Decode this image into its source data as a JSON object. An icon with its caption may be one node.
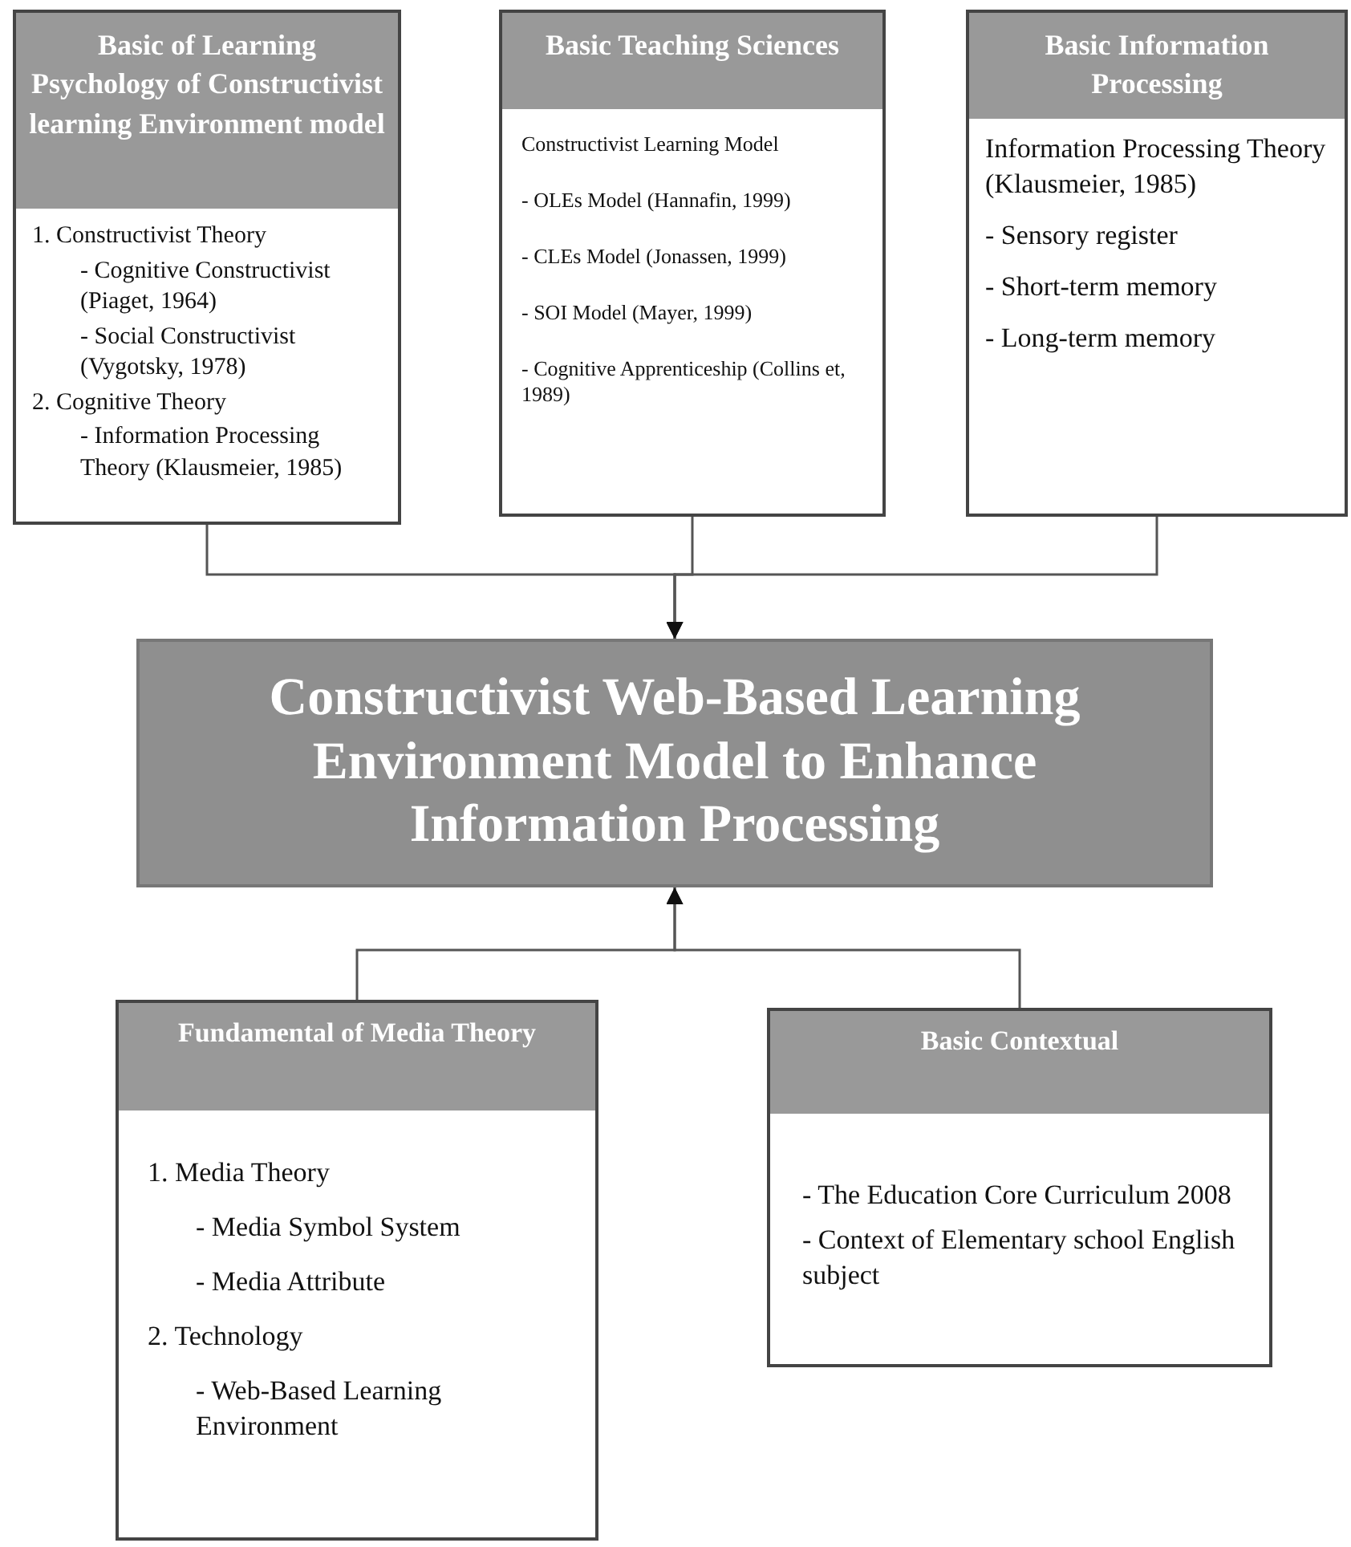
{
  "diagram": {
    "nodes": [
      {
        "text": [
          "Basic of Learning Psychology of Constructivist learning Environment model",
          "1. Constructivist Theory",
          "- Cognitive Constructivist (Piaget, 1964)",
          "- Social Constructivist (Vygotsky, 1978)",
          "2. Cognitive Theory",
          "- Information Processing Theory (Klausmeier, 1985)"
        ]
      },
      {
        "text": [
          "Basic Teaching Sciences",
          "Constructivist Learning Model",
          "- OLEs Model (Hannafin, 1999)",
          "- CLEs Model (Jonassen, 1999)",
          "- SOI Model (Mayer, 1999)",
          "- Cognitive Apprenticeship (Collins et, 1989)"
        ]
      },
      {
        "text": [
          "Basic Information Processing",
          "Information Processing Theory (Klausmeier, 1985)",
          "- Sensory register",
          "- Short-term memory",
          "- Long-term memory"
        ]
      },
      {
        "text": [
          "Constructivist Web-Based Learning Environment Model to Enhance Information Processing"
        ]
      },
      {
        "text": [
          "Fundamental of Media Theory",
          "1. Media Theory",
          "- Media Symbol System",
          "- Media Attribute",
          "2. Technology",
          "- Web-Based Learning Environment"
        ]
      },
      {
        "text": [
          "Basic Contextual",
          "- The Education Core Curriculum 2008",
          "- Context of Elementary school English subject"
        ]
      }
    ],
    "edges": [
      {
        "from": 0,
        "to": 3,
        "arrow": "to"
      },
      {
        "from": 1,
        "to": 3,
        "arrow": "to"
      },
      {
        "from": 2,
        "to": 3,
        "arrow": "to"
      },
      {
        "from": 4,
        "to": 3,
        "arrow": "to"
      },
      {
        "from": 5,
        "to": 3,
        "arrow": "to"
      }
    ]
  }
}
